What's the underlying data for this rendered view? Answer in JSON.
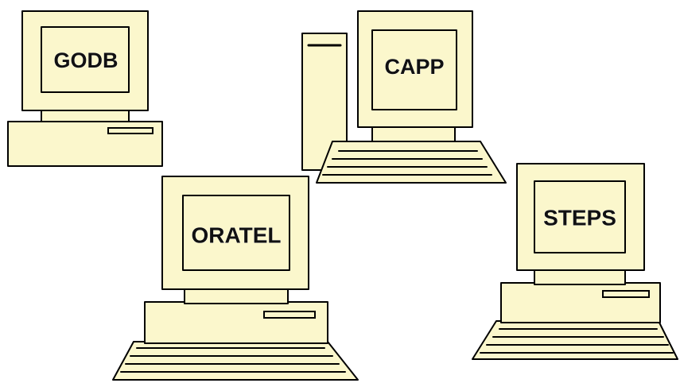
{
  "computers": [
    {
      "id": "godb",
      "label": "GODB"
    },
    {
      "id": "capp",
      "label": "CAPP"
    },
    {
      "id": "oratel",
      "label": "ORATEL"
    },
    {
      "id": "steps",
      "label": "STEPS"
    }
  ],
  "colors": {
    "device_fill": "#fbf7cc",
    "outline": "#000000",
    "label_text": "#111111",
    "background": "#ffffff"
  }
}
